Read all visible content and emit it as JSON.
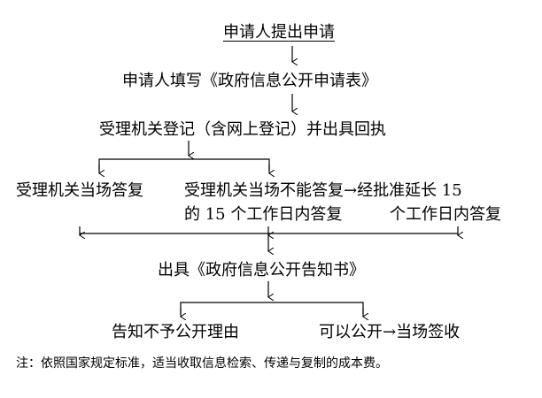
{
  "flow": {
    "title": "申请人提出申请",
    "step1": "申请人填写《政府信息公开申请表》",
    "step2": "受理机关登记（含网上登记）并出具回执",
    "branch_left": "受理机关当场答复",
    "branch_mid_line1": "受理机关当场不能答复→经批准延长 15",
    "branch_mid_line2": "的 15 个工作日内答复",
    "branch_right": "个工作日内答复",
    "step3": "出具《政府信息公开告知书》",
    "outcome_left": "告知不予公开理由",
    "outcome_right": "可以公开→当场签收"
  },
  "note": "注：依照国家规定标准，适当收取信息检索、传递与复制的成本费。"
}
